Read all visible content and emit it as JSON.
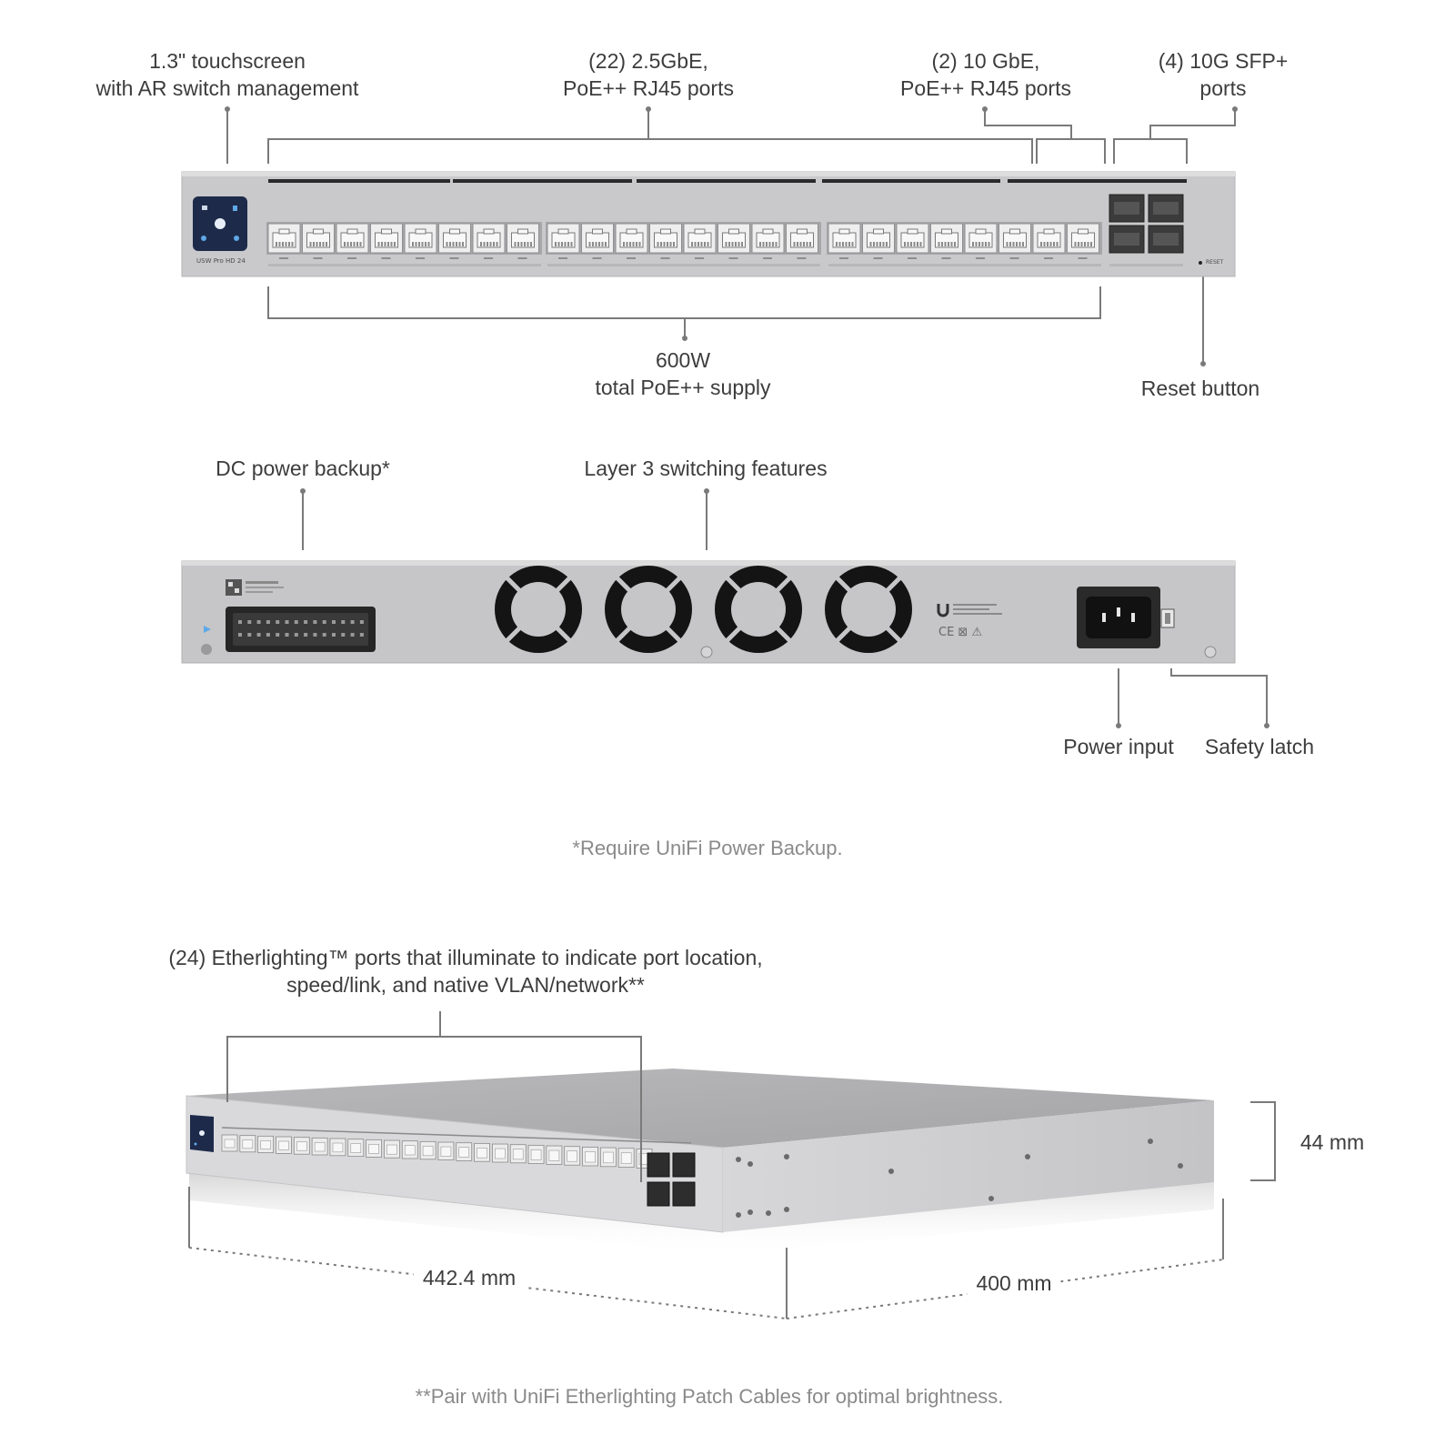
{
  "front": {
    "touchscreen_label": [
      "1.3\" touchscreen",
      "with AR switch management"
    ],
    "rj45_25g_label": [
      "(22) 2.5GbE,",
      "PoE++ RJ45 ports"
    ],
    "rj45_10g_label": [
      "(2)  10 GbE,",
      "PoE++ RJ45 ports"
    ],
    "sfp_label": [
      "(4) 10G SFP+",
      "ports"
    ],
    "poe_supply_label": [
      "600W",
      "total PoE++ supply"
    ],
    "reset_label": "Reset button",
    "device_model_text": "USW Pro HD 24",
    "reset_small_text": "RESET"
  },
  "rear": {
    "dc_backup_label": "DC power backup*",
    "layer3_label": "Layer 3 switching features",
    "power_input_label": "Power input",
    "safety_latch_label": "Safety latch",
    "footnote": "*Require UniFi Power Backup."
  },
  "iso": {
    "etherlighting_label": [
      "(24) Etherlighting™ ports that illuminate to indicate port location,",
      "speed/link, and native VLAN/network**"
    ],
    "height_label": "44 mm",
    "width_label": "442.4 mm",
    "depth_label": "400 mm",
    "footnote": "**Pair with UniFi Etherlighting Patch Cables for optimal brightness."
  },
  "colors": {
    "chassis": "#c9c9cb",
    "chassis_dark": "#a9a9ab",
    "leader_line": "#7a7a7a",
    "screen": "#1d2a4a",
    "screen_accent": "#5fa8e8",
    "fan_black": "#141414",
    "footnote_gray": "#8a8a8a"
  },
  "icons": [
    "touchscreen-icon",
    "rj45-port-icon",
    "sfp-port-icon",
    "fan-icon",
    "power-socket-icon",
    "dc-connector-icon",
    "ubiquiti-logo-icon"
  ]
}
